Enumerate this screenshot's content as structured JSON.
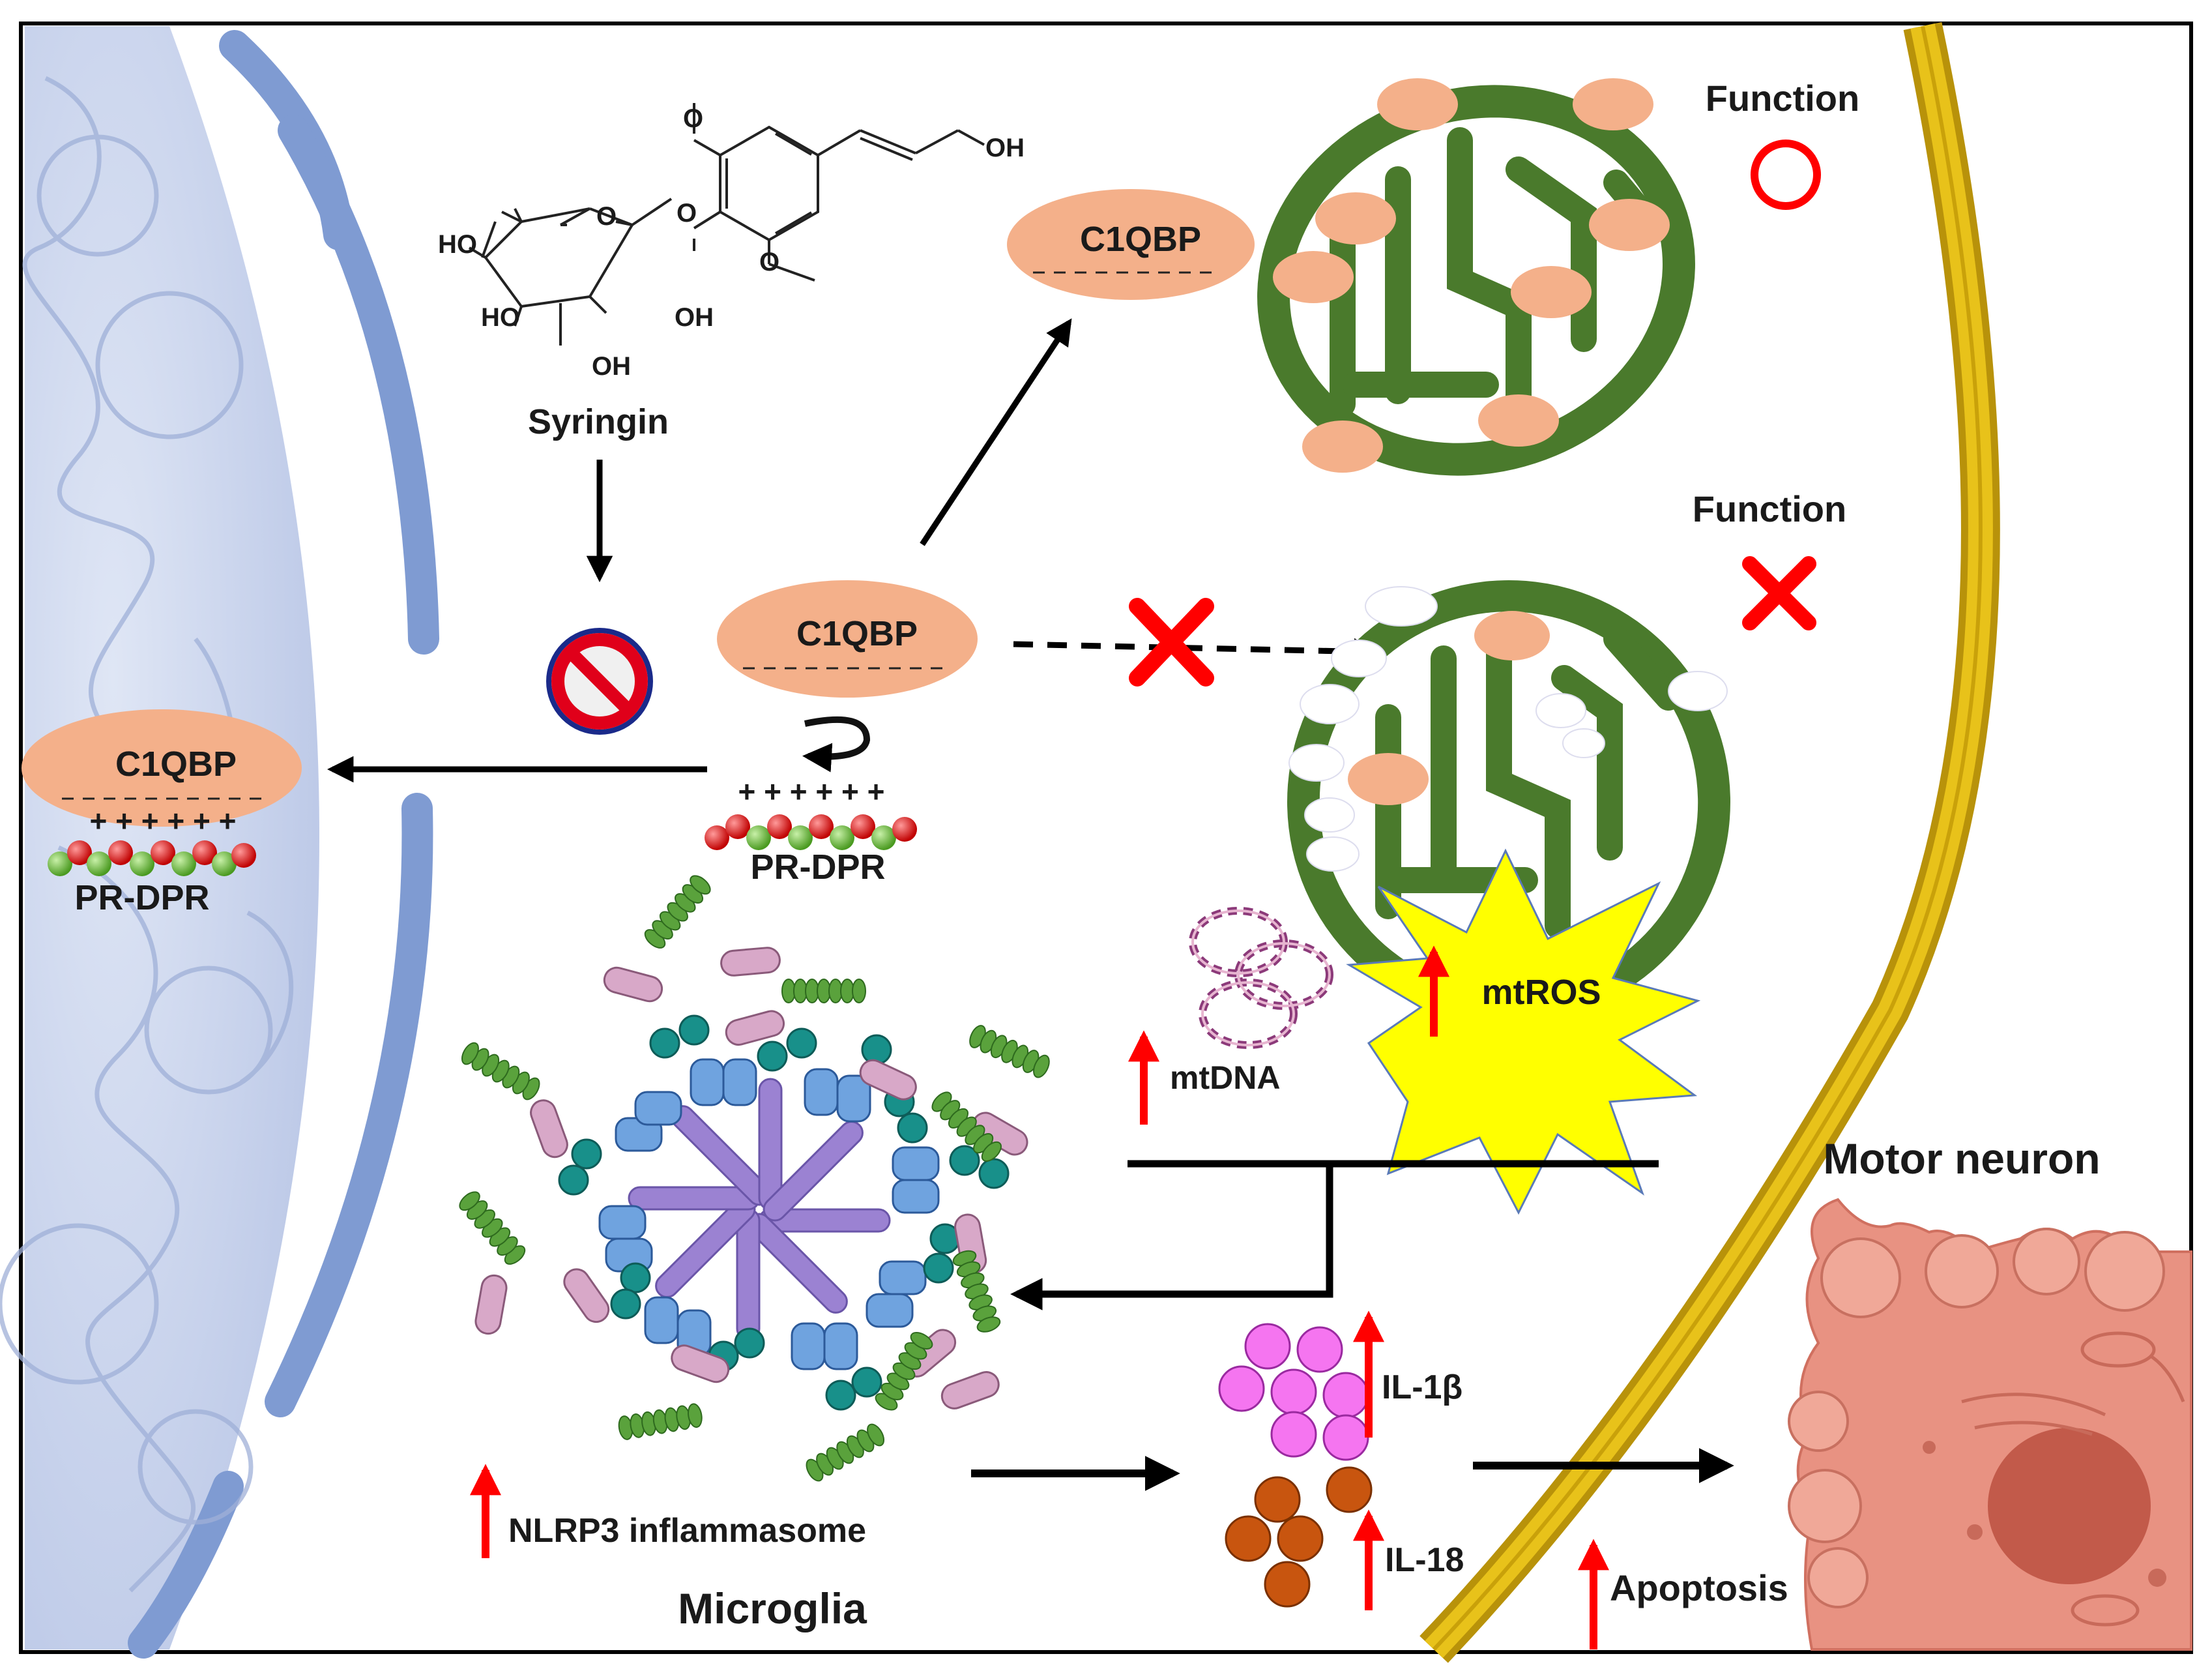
{
  "labels": {
    "syringin": "Syringin",
    "c1qbp_top": "C1QBP",
    "c1qbp_center": "C1QBP",
    "c1qbp_left": "C1QBP",
    "function_top": "Function",
    "function_bottom": "Function",
    "pr_dpr_center": "PR-DPR",
    "pr_dpr_left": "PR-DPR",
    "charges": "+ + + + + +",
    "mtdna": "mtDNA",
    "mtros": "mtROS",
    "motor_neuron": "Motor neuron",
    "il1b": "IL-1β",
    "il18": "IL-18",
    "nlrp3": "NLRP3 inflammasome",
    "microglia": "Microglia",
    "apoptosis": "Apoptosis"
  },
  "chemistry": {
    "o_methoxy": "O",
    "oh_allyl": "OH",
    "ho_ch2": "HO",
    "ring_o": "O",
    "glyco_o": "O",
    "o_methoxy_lower": "O",
    "ho_c4": "HO",
    "oh_c2": "OH",
    "oh_c3": "OH"
  },
  "symbols": {
    "function_ok": "circle-symbol",
    "function_lost": "cross-symbol",
    "inhibit": "prohibition-icon"
  },
  "colors": {
    "c1qbp_fill": "#f4b08a",
    "mito_green": "#4a7a2c",
    "axon_yellow": "#c9a10a",
    "nucleus_blue": "#c9d4ec",
    "neuron_pink": "#e89282",
    "il1b_magenta": "#f575f0",
    "il18_brown": "#c8550f",
    "mtros_yellow": "#ffff00",
    "up_arrow_red": "#ff0000"
  }
}
